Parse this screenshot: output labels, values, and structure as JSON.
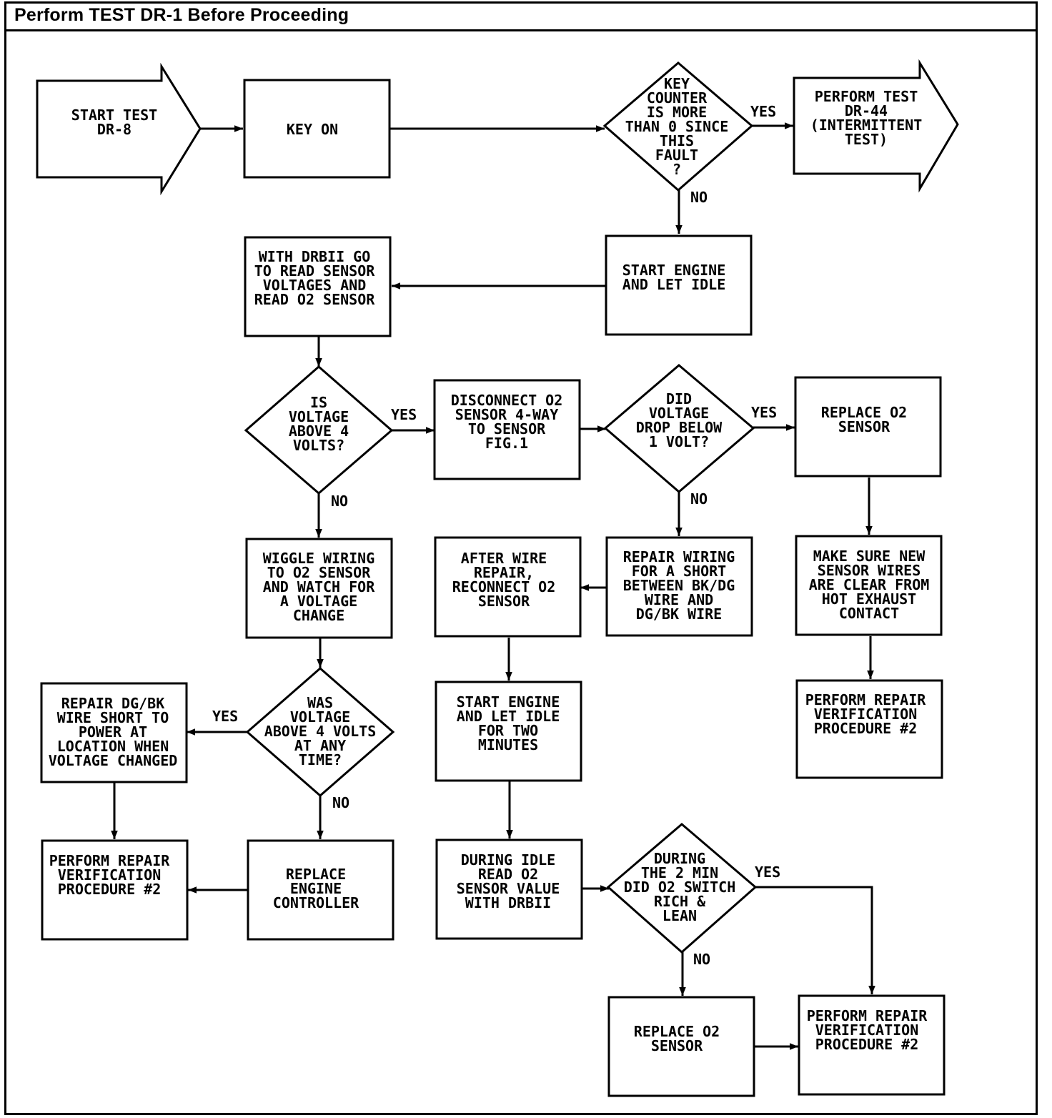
{
  "header": {
    "title": "Perform TEST DR-1 Before Proceeding"
  },
  "nodes": {
    "start": [
      "START TEST",
      "DR-8"
    ],
    "key_on": [
      "KEY ON"
    ],
    "key_counter": [
      "KEY",
      "COUNTER",
      "IS MORE",
      "THAN 0 SINCE",
      "THIS",
      "FAULT",
      "?"
    ],
    "perform_dr44": [
      "PERFORM TEST",
      "DR-44",
      "(INTERMITTENT",
      "TEST)"
    ],
    "start_idle": [
      "START ENGINE",
      "AND LET IDLE"
    ],
    "read_sensor": [
      "WITH DRBII GO",
      "TO READ SENSOR",
      "VOLTAGES AND",
      "READ O2 SENSOR"
    ],
    "voltage_above_4": [
      "IS",
      "VOLTAGE",
      "ABOVE 4",
      "VOLTS?"
    ],
    "disconnect_o2": [
      "DISCONNECT O2",
      "SENSOR 4-WAY",
      "TO SENSOR",
      "FIG.1"
    ],
    "did_voltage_drop": [
      "DID",
      "VOLTAGE",
      "DROP BELOW",
      "1 VOLT?"
    ],
    "replace_o2_a": [
      "REPLACE O2",
      "SENSOR"
    ],
    "wiggle_wiring": [
      "WIGGLE WIRING",
      "TO O2 SENSOR",
      "AND WATCH FOR",
      "A VOLTAGE",
      "CHANGE"
    ],
    "after_wire_repair": [
      "AFTER WIRE",
      "REPAIR,",
      "RECONNECT O2",
      "SENSOR"
    ],
    "repair_wiring_short": [
      "REPAIR WIRING",
      "FOR A SHORT",
      "BETWEEN BK/DG",
      "WIRE AND",
      "DG/BK WIRE"
    ],
    "make_sure_wires": [
      "MAKE SURE NEW",
      "SENSOR WIRES",
      "ARE CLEAR FROM",
      "HOT EXHAUST",
      "CONTACT"
    ],
    "repair_dgbk": [
      "REPAIR DG/BK",
      "WIRE SHORT TO",
      "POWER AT",
      "LOCATION WHEN",
      "VOLTAGE CHANGED"
    ],
    "was_voltage_above_4": [
      "WAS",
      "VOLTAGE",
      "ABOVE 4 VOLTS",
      "AT ANY",
      "TIME?"
    ],
    "start_idle_two": [
      "START ENGINE",
      "AND LET IDLE",
      "FOR TWO",
      "MINUTES"
    ],
    "perform_repair_right": [
      "PERFORM REPAIR",
      "VERIFICATION",
      "PROCEDURE #2"
    ],
    "perform_repair_left": [
      "PERFORM REPAIR",
      "VERIFICATION",
      "PROCEDURE #2"
    ],
    "replace_engine_controller": [
      "REPLACE",
      "ENGINE",
      "CONTROLLER"
    ],
    "during_idle": [
      "DURING IDLE",
      "READ O2",
      "SENSOR VALUE",
      "WITH DRBII"
    ],
    "during_2_min": [
      "DURING",
      "THE 2 MIN",
      "DID O2 SWITCH",
      "RICH &",
      "LEAN"
    ],
    "replace_o2_b": [
      "REPLACE O2",
      "SENSOR"
    ],
    "perform_repair_bottom": [
      "PERFORM REPAIR",
      "VERIFICATION",
      "PROCEDURE #2"
    ]
  },
  "labels": {
    "yes": "YES",
    "no": "NO"
  }
}
